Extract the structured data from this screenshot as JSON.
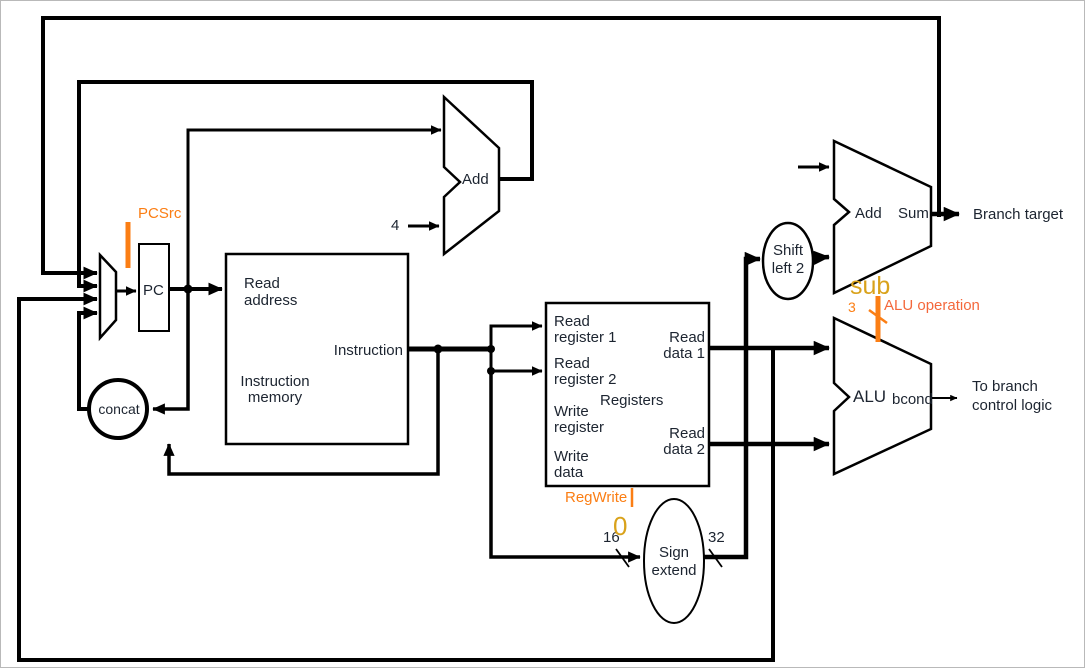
{
  "diagram": {
    "type": "single-cycle-branch-datapath",
    "blocks": {
      "pc": {
        "label": "PC"
      },
      "instruction_memory": {
        "title": [
          "Instruction",
          "memory"
        ],
        "port_read_address": [
          "Read",
          "address"
        ],
        "port_instruction": "Instruction"
      },
      "registers": {
        "title": "Registers",
        "port_read_register_1": [
          "Read",
          "register 1"
        ],
        "port_read_register_2": [
          "Read",
          "register 2"
        ],
        "port_write_register": [
          "Write",
          "register"
        ],
        "port_write_data": [
          "Write",
          "data"
        ],
        "port_read_data_1": [
          "Read",
          "data 1"
        ],
        "port_read_data_2": [
          "Read",
          "data 2"
        ]
      },
      "pc_adder": {
        "label": "Add",
        "increment_input": "4"
      },
      "branch_adder": {
        "label": "Add",
        "output_port": "Sum"
      },
      "alu": {
        "label": "ALU",
        "output_port": "bcond"
      },
      "shift_left_2": [
        "Shift",
        "left 2"
      ],
      "sign_extend": [
        "Sign",
        "extend"
      ],
      "concat": {
        "label": "concat"
      }
    },
    "signals": {
      "pcsrc": "PCSrc",
      "regwrite": "RegWrite",
      "alu_operation_label": "ALU operation",
      "alu_operation_value": "sub",
      "alu_operation_width": "3",
      "sign_extend_input_width": "16",
      "sign_extend_output_width": "32",
      "immediate_annotation": "0",
      "branch_target": "Branch target",
      "to_branch_control": [
        "To branch",
        "control logic"
      ]
    },
    "colors": {
      "wire": "#000000",
      "control_orange": "#FB7E14",
      "annotation_gold": "#D9A21B",
      "annotation_red_orange": "#F4683C"
    }
  }
}
